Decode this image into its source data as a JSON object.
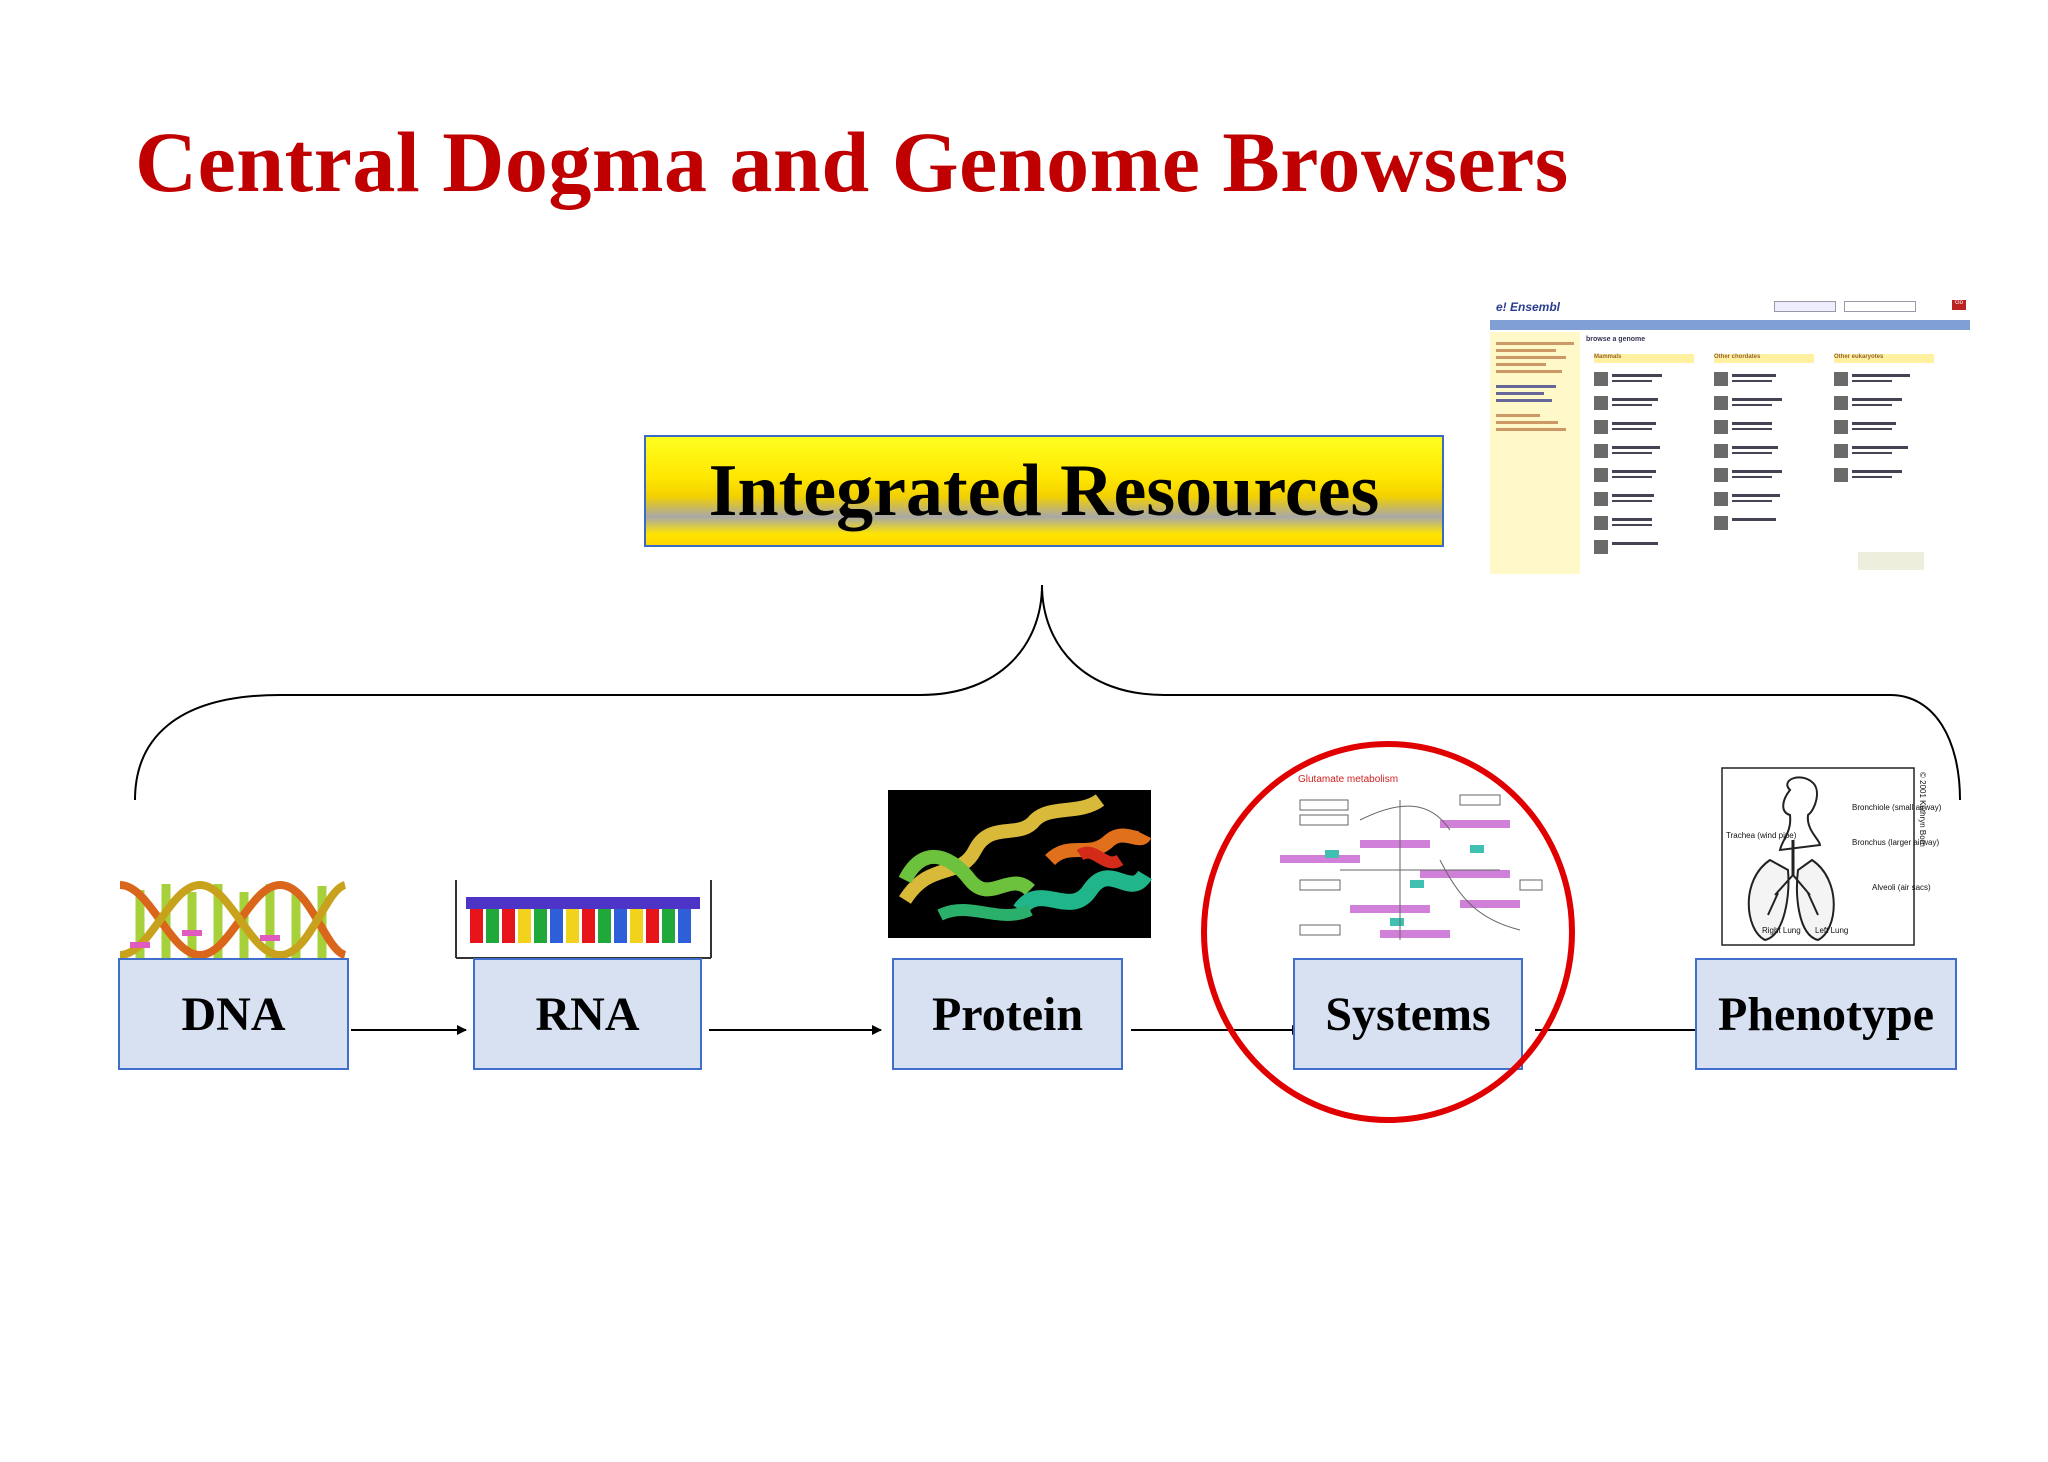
{
  "title": "Central Dogma and Genome Browsers",
  "banner": {
    "label": "Integrated Resources"
  },
  "stages": [
    {
      "label": "DNA"
    },
    {
      "label": "RNA"
    },
    {
      "label": "Protein"
    },
    {
      "label": "Systems"
    },
    {
      "label": "Phenotype"
    }
  ],
  "ensembl": {
    "logo": "e! Ensembl",
    "heading": "browse a genome",
    "sections": [
      "Mammals",
      "Other chordates",
      "Other eukaryotes"
    ],
    "go": "Go"
  },
  "systems_thumb": {
    "title": "Glutamate metabolism"
  },
  "phenotype_thumb": {
    "labels": [
      "Bronchiole (small airway)",
      "Trachea (wind pipe)",
      "Bronchus (larger airway)",
      "Alveoli (air sacs)",
      "Right Lung",
      "Left Lung"
    ],
    "credit": "© 2001 Kathryn Born"
  },
  "colors": {
    "title": "#c00000",
    "stage_fill": "#d7e1f1",
    "stage_border": "#3f6fc8",
    "highlight_circle": "#e00000",
    "banner_yellow": "#ffe600"
  }
}
